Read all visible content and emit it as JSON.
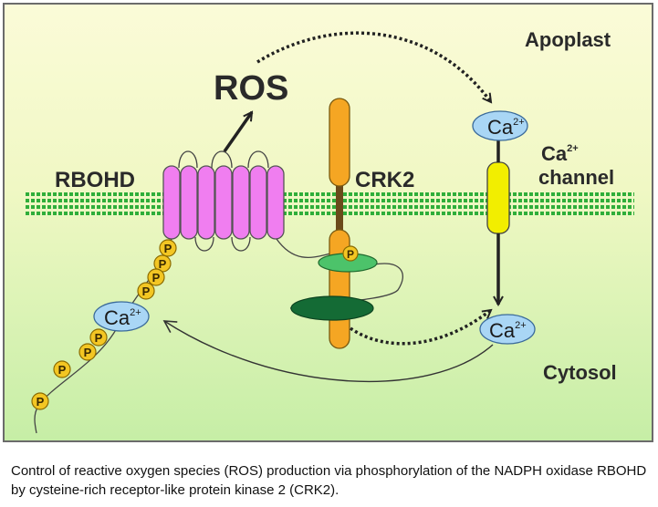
{
  "labels": {
    "apoplast": "Apoplast",
    "cytosol": "Cytosol",
    "ros": "ROS",
    "rbohd": "RBOHD",
    "crk2": "CRK2",
    "ca_channel_line1": "Ca",
    "ca_channel_sup": "2+",
    "ca_channel_line2": "channel"
  },
  "ion": {
    "symbol": "Ca",
    "charge": "2+"
  },
  "phospho": "P",
  "caption": "Control of reactive oxygen species (ROS) production via phosphorylation of the NADPH oxidase RBOHD by cysteine-rich receptor-like protein kinase 2 (CRK2).",
  "colors": {
    "apoplast_bg": "#fbfbd8",
    "cytosol_bg": "#c9f0a8",
    "membrane": "#2fae3a",
    "rbohd": "#f07ef0",
    "crk2": "#f5a623",
    "crk2_light_domain": "#4cc36a",
    "crk2_dark_domain": "#146b35",
    "channel": "#f2ee00",
    "ion": "#a9d6f5",
    "phospho": "#f3c623"
  }
}
